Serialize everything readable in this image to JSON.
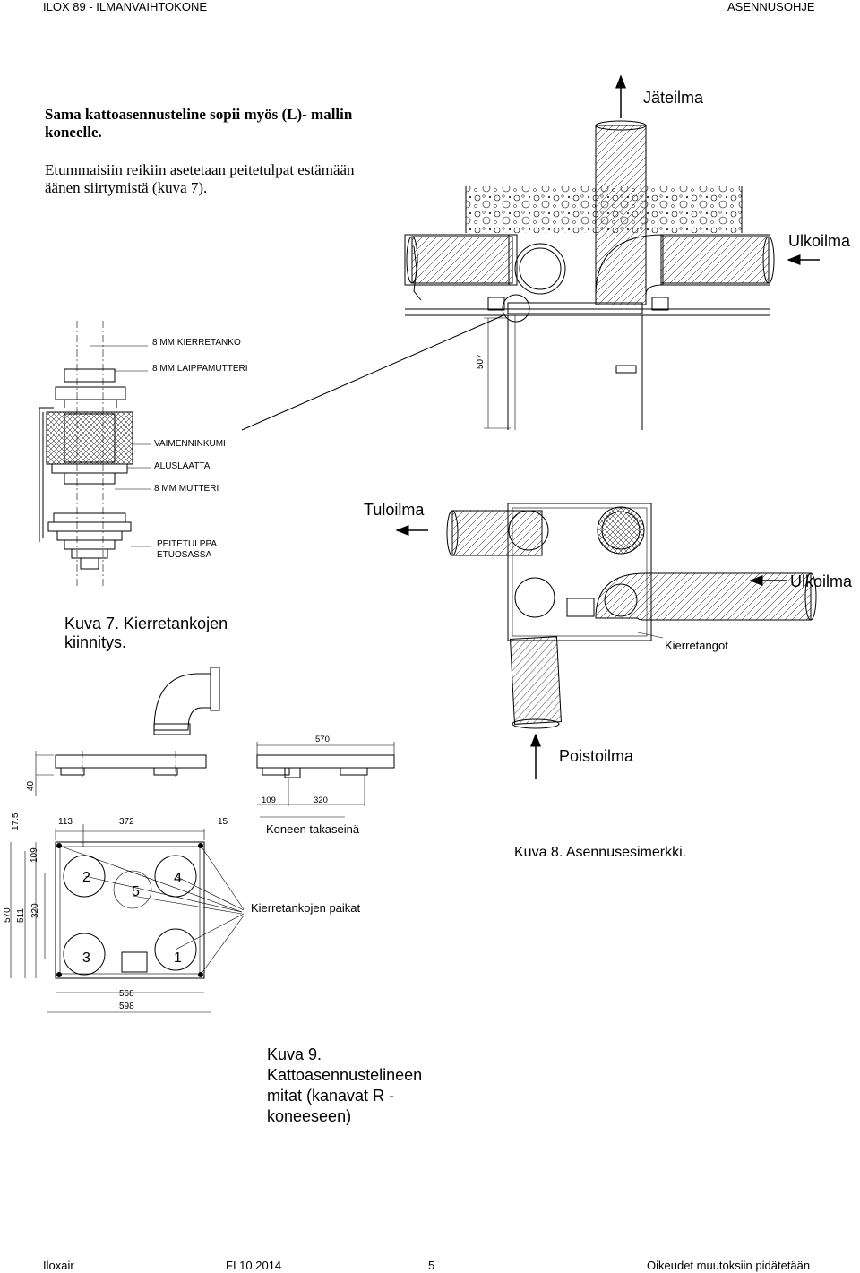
{
  "header": {
    "left": "ILOX 89 - ILMANVAIHTOKONE",
    "right": "ASENNUSOHJE"
  },
  "intro": {
    "bold_line1": "Sama kattoasennusteline sopii myös (L)- mallin",
    "bold_line2": "koneelle.",
    "text_line1": "Etummaisiin reikiin asetetaan peitetulpat estämään",
    "text_line2": "äänen siirtymistä (kuva 7)."
  },
  "fig7": {
    "labels": {
      "kierretanko": "8 MM KIERRETANKO",
      "laippamutteri": "8 MM LAIPPAMUTTERI",
      "vaimenninkumi": "VAIMENNINKUMI",
      "aluslaatta": "ALUSLAATTA",
      "mutteri": "8 MM MUTTERI",
      "peitetulppa1": "PEITETULPPA",
      "peitetulppa2": "ETUOSASSA"
    },
    "caption1": "Kuva 7. Kierretankojen",
    "caption2": "kiinnitys."
  },
  "fig8": {
    "jateilma": "Jäteilma",
    "ulkoilma_top": "Ulkoilma",
    "dim_507": "507",
    "tuloilma": "Tuloilma",
    "ulkoilma_bottom": "Ulkoilma",
    "kierretangot": "Kierretangot",
    "poistoilma": "Poistoilma",
    "caption": "Kuva 8. Asennusesimerkki."
  },
  "fig9": {
    "dims": {
      "d570_top": "570",
      "d40": "40",
      "d109_top": "109",
      "d320_top": "320",
      "d17_5": "17.5",
      "d113": "113",
      "d372": "372",
      "d15": "15",
      "d109_side": "109",
      "d570_side": "570",
      "d511": "511",
      "d320_side": "320",
      "d568": "568",
      "d598": "598"
    },
    "koneen_takaseina": "Koneen takaseinä",
    "kierretankojen_paikat": "Kierretankojen paikat",
    "hole_numbers": [
      "2",
      "5",
      "4",
      "3",
      "1"
    ],
    "caption1": "Kuva 9.",
    "caption2": "Kattoasennustelineen",
    "caption3": "mitat (kanavat  R -",
    "caption4": "koneeseen)"
  },
  "footer": {
    "company": "Iloxair",
    "edition": "FI 10.2014",
    "page": "5",
    "rights": "Oikeudet muutoksiin pidätetään"
  }
}
